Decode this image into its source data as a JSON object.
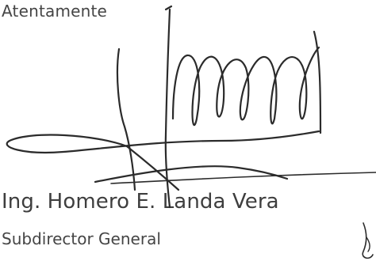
{
  "document": {
    "closing": "Atentamente",
    "signer": {
      "name": "Ing. Homero E. Landa Vera",
      "role": "Subdirector General"
    },
    "ink_color": "#2b2b2b"
  }
}
